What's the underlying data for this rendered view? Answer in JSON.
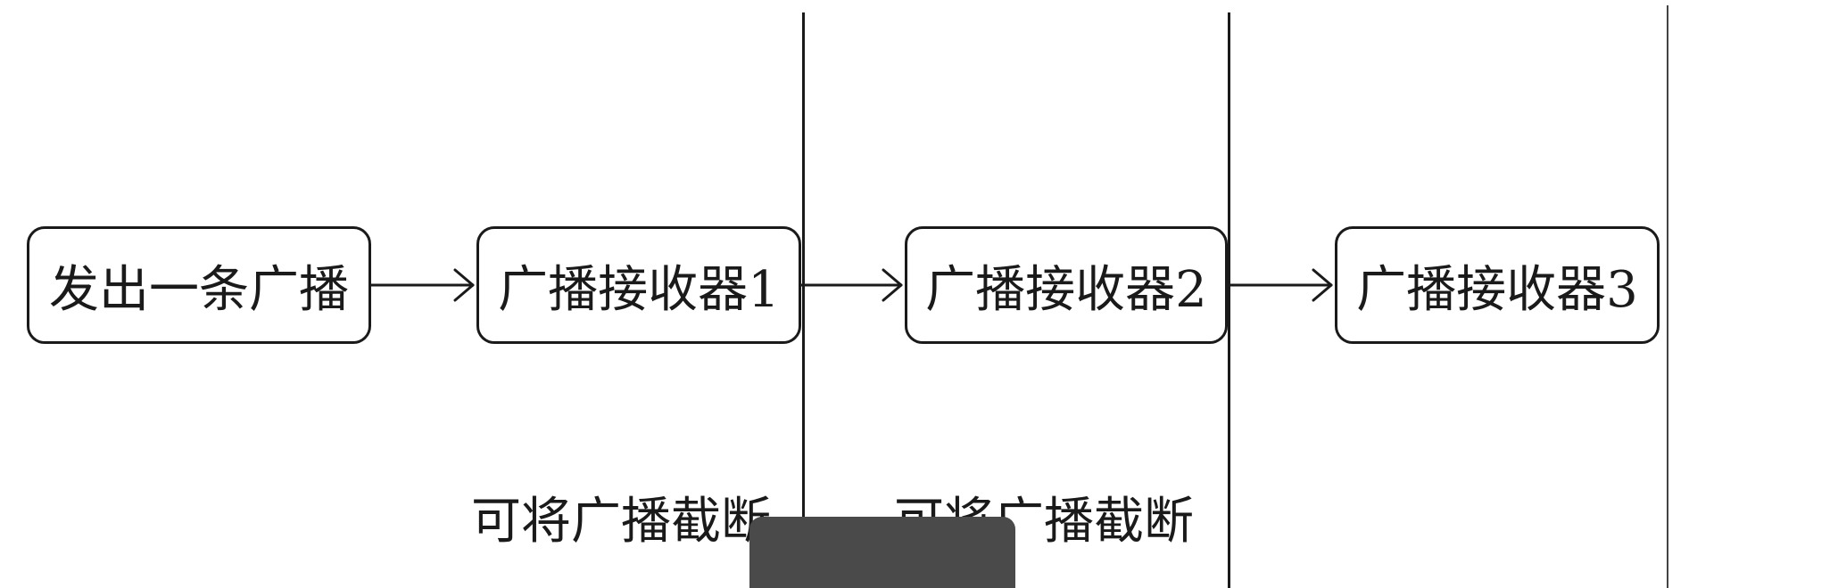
{
  "diagram": {
    "nodes": [
      {
        "id": "source",
        "label": "发出一条广播"
      },
      {
        "id": "receiver-1",
        "label": "广播接收器1"
      },
      {
        "id": "receiver-2",
        "label": "广播接收器2"
      },
      {
        "id": "receiver-3",
        "label": "广播接收器3"
      }
    ],
    "edges": [
      {
        "from": "source",
        "to": "receiver-1"
      },
      {
        "from": "receiver-1",
        "to": "receiver-2"
      },
      {
        "from": "receiver-2",
        "to": "receiver-3"
      }
    ],
    "notes": [
      {
        "text": "可将广播截断"
      },
      {
        "text": "可将广播截断"
      }
    ]
  },
  "colors": {
    "stroke": "#1a1a1a",
    "overlay": "#4a4a4a",
    "background": "#ffffff"
  }
}
